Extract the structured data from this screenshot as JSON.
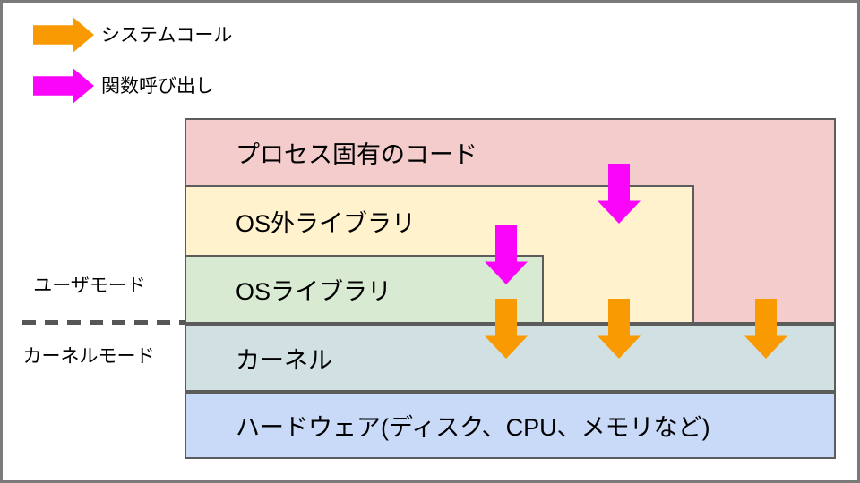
{
  "legend": {
    "items": [
      {
        "name": "system-call",
        "label": "システムコール",
        "color": "#fa9a02"
      },
      {
        "name": "function-call",
        "label": "関数呼び出し",
        "color": "#fa05fa"
      }
    ]
  },
  "mode_labels": {
    "user": "ユーザモード",
    "kernel": "カーネルモード"
  },
  "layers": [
    {
      "name": "process-specific-code",
      "label": "プロセス固有のコード",
      "color": "#f4cccc"
    },
    {
      "name": "non-os-library",
      "label": "OS外ライブラリ",
      "color": "#fff2cc"
    },
    {
      "name": "os-library",
      "label": "OSライブラリ",
      "color": "#d9ead3"
    },
    {
      "name": "kernel",
      "label": "カーネル",
      "color": "#d0e0e3"
    },
    {
      "name": "hardware",
      "label": "ハードウェア(ディスク、CPU、メモリなど)",
      "color": "#c9daf8"
    }
  ],
  "arrows": {
    "function_call": [
      {
        "from": "process-specific-code",
        "to": "non-os-library"
      },
      {
        "from": "non-os-library",
        "to": "os-library"
      }
    ],
    "system_call": [
      {
        "from": "os-library",
        "to": "kernel"
      },
      {
        "from": "non-os-library",
        "to": "kernel"
      },
      {
        "from": "process-specific-code",
        "to": "kernel"
      }
    ]
  },
  "colors": {
    "layer_border": "#5c5c5c",
    "outer_frame": "#7a7a7a",
    "mode_divider": "#565656"
  }
}
